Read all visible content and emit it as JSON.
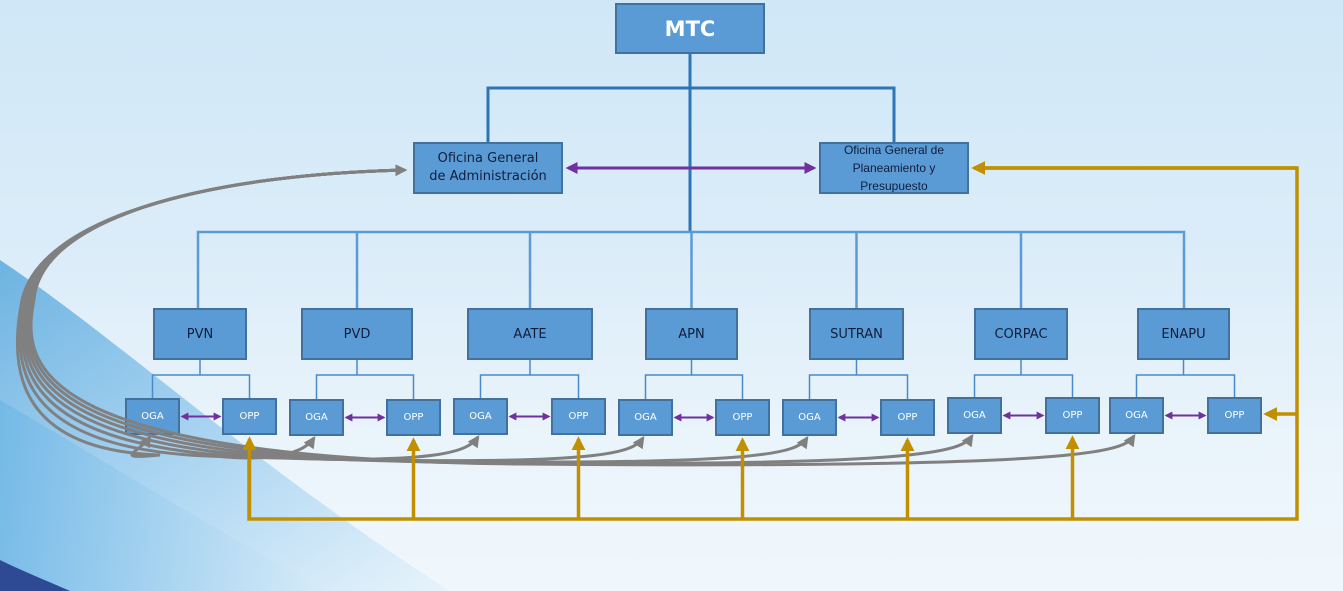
{
  "diagram": {
    "root": {
      "label": "MTC"
    },
    "offices": [
      {
        "id": "oga",
        "label": "Oficina General de Administración"
      },
      {
        "id": "ogpp",
        "label": "Oficina General de Planeamiento y Presupuesto"
      }
    ],
    "entities": [
      {
        "label": "PVN",
        "oga": "OGA",
        "opp": "OPP"
      },
      {
        "label": "PVD",
        "oga": "OGA",
        "opp": "OPP"
      },
      {
        "label": "AATE",
        "oga": "OGA",
        "opp": "OPP"
      },
      {
        "label": "APN",
        "oga": "OGA",
        "opp": "OPP"
      },
      {
        "label": "SUTRAN",
        "oga": "OGA",
        "opp": "OPP"
      },
      {
        "label": "CORPAC",
        "oga": "OGA",
        "opp": "OPP"
      },
      {
        "label": "ENAPU",
        "oga": "OGA",
        "opp": "OPP"
      }
    ],
    "connections": {
      "hierarchy": "MTC → offices → entities → OGA/OPP",
      "purple": "bidirectional OGA ↔ OPP and Oficina General de Administración ↔ Oficina General de Planeamiento y Presupuesto",
      "gray": "each entity OGA → Oficina General de Administración",
      "gold": "Oficina General de Planeamiento y Presupuesto → each entity OPP"
    },
    "colors": {
      "box_fill": "#5b9bd5",
      "box_border": "#41719c",
      "hierarchy_line": "#2e75b6",
      "purple_arrow": "#7030a0",
      "gray_arrow": "#808080",
      "gold_arrow": "#c09000"
    }
  }
}
